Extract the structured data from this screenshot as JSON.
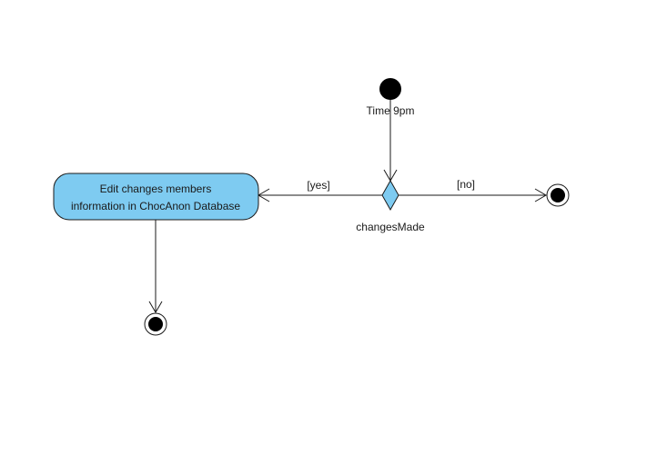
{
  "diagram": {
    "initial_node_label": "Time 9pm",
    "decision_label": "changesMade",
    "guard_yes": "[yes]",
    "guard_no": "[no]",
    "action_text_line1": "Edit changes members",
    "action_text_line2": "information in ChocAnon Database"
  },
  "colors": {
    "action_fill": "#7ecbf1",
    "decision_fill": "#7ecbf1",
    "stroke": "#1a1a1a",
    "node_fill": "#000000"
  }
}
